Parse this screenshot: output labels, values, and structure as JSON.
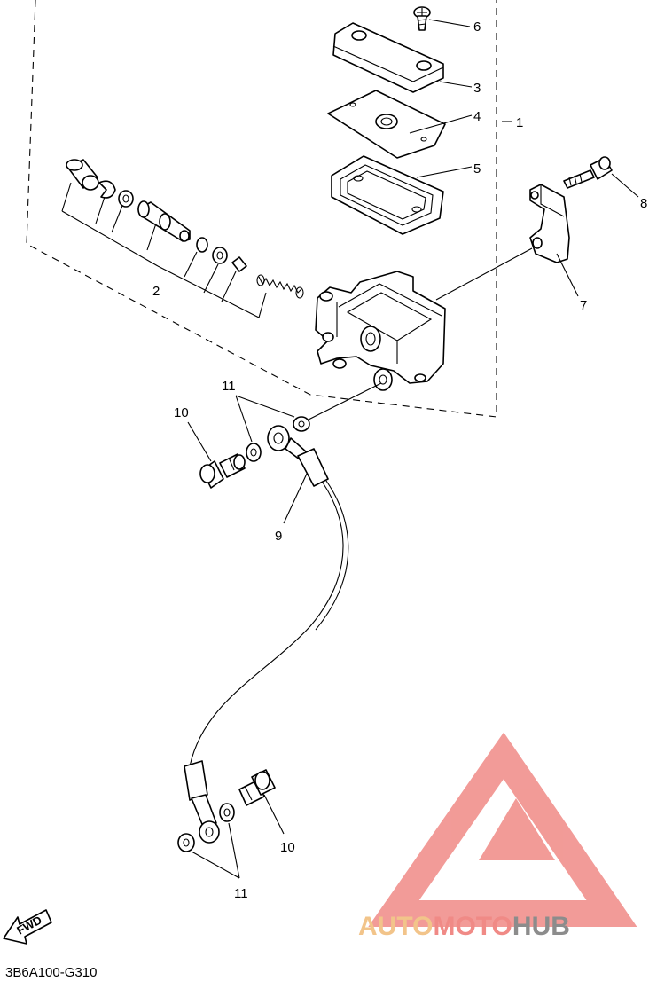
{
  "callouts": {
    "c1": "1",
    "c2": "2",
    "c3": "3",
    "c4": "4",
    "c5": "5",
    "c6": "6",
    "c7": "7",
    "c8": "8",
    "c9": "9",
    "c10a": "10",
    "c10b": "10",
    "c11a": "11",
    "c11b": "11"
  },
  "fwd_label": "FWD",
  "diagram_code": "3B6A100-G310",
  "watermark": {
    "part1": "AUTO",
    "part2": "MOTO",
    "part3": "HUB",
    "color_light": "#f2c48a",
    "color_mid": "#f08a86",
    "color_dark": "#8c8c8c"
  }
}
